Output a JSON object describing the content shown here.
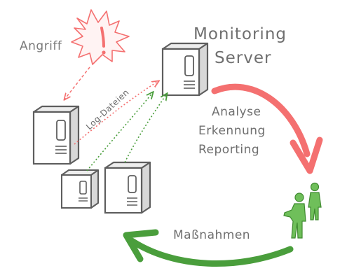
{
  "title": {
    "line1": "Monitoring",
    "line2": "Server"
  },
  "attack": {
    "label": "Angriff",
    "symbol": "!"
  },
  "logs": {
    "label": "Log-Dateien"
  },
  "analysis_steps": [
    "Analyse",
    "Erkennung",
    "Reporting"
  ],
  "measures": {
    "label": "Maßnahmen"
  },
  "colors": {
    "red": "#f47070",
    "green": "#4a9e3c",
    "server_outline": "#5e5e5e",
    "text": "#6f6f6f"
  }
}
